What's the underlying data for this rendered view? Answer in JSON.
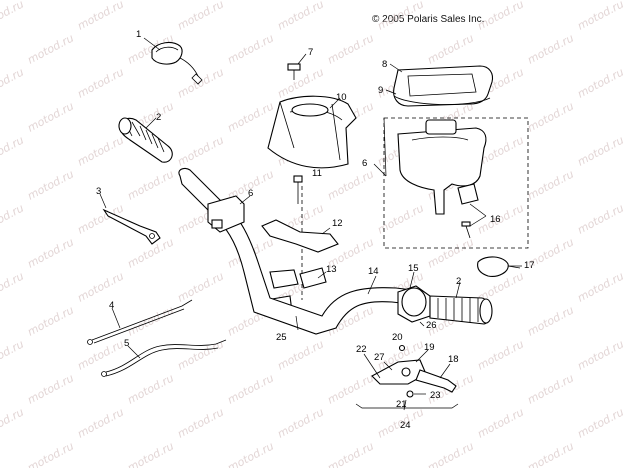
{
  "copyright": "© 2005 Polaris Sales Inc.",
  "watermark": "motod.ru",
  "callouts": {
    "c1": "1",
    "c2a": "2",
    "c2b": "2",
    "c3": "3",
    "c4": "4",
    "c5": "5",
    "c6a": "6",
    "c6b": "6",
    "c7": "7",
    "c8": "8",
    "c9": "9",
    "c10": "10",
    "c11": "11",
    "c12": "12",
    "c13": "13",
    "c14": "14",
    "c15": "15",
    "c16": "16",
    "c17": "17",
    "c18": "18",
    "c19": "19",
    "c20": "20",
    "c21": "21",
    "c22": "22",
    "c23": "23",
    "c24": "24",
    "c25": "25",
    "c26": "26",
    "c27": "27"
  }
}
